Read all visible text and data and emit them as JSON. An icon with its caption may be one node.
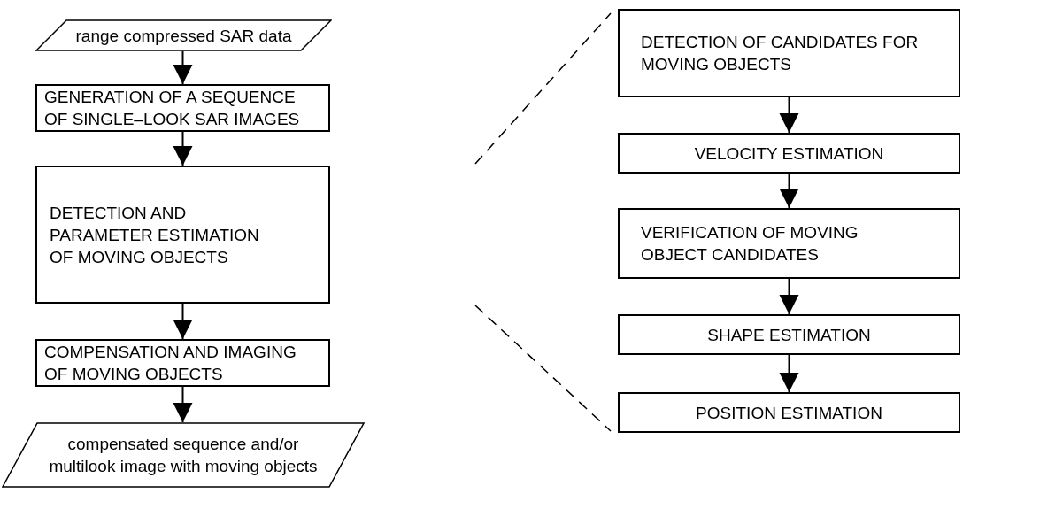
{
  "diagram": {
    "nodes": [
      {
        "text": [
          "range compressed SAR data"
        ]
      },
      {
        "text": [
          "GENERATION OF A SEQUENCE OF SINGLE–LOOK SAR IMAGES"
        ]
      },
      {
        "text": [
          "DETECTION AND PARAMETER ESTIMATION OF MOVING OBJECTS"
        ]
      },
      {
        "text": [
          "COMPENSATION AND IMAGING OF MOVING OBJECTS"
        ]
      },
      {
        "text": [
          "compensated sequence and/or multilook image with moving objects"
        ]
      },
      {
        "text": [
          "DETECTION OF CANDIDATES FOR MOVING OBJECTS"
        ]
      },
      {
        "text": [
          "VELOCITY ESTIMATION"
        ]
      },
      {
        "text": [
          "VERIFICATION OF MOVING OBJECT CANDIDATES"
        ]
      },
      {
        "text": [
          "SHAPE ESTIMATION"
        ]
      },
      {
        "text": [
          "POSITION ESTIMATION"
        ]
      }
    ],
    "edges": [
      {
        "from": 0,
        "to": 1,
        "arrow": "to"
      },
      {
        "from": 1,
        "to": 2,
        "arrow": "to"
      },
      {
        "from": 2,
        "to": 3,
        "arrow": "to"
      },
      {
        "from": 3,
        "to": 4,
        "arrow": "to"
      },
      {
        "from": 5,
        "to": 6,
        "arrow": "to"
      },
      {
        "from": 6,
        "to": 7,
        "arrow": "to"
      },
      {
        "from": 7,
        "to": 8,
        "arrow": "to"
      },
      {
        "from": 8,
        "to": 9,
        "arrow": "to"
      }
    ]
  }
}
